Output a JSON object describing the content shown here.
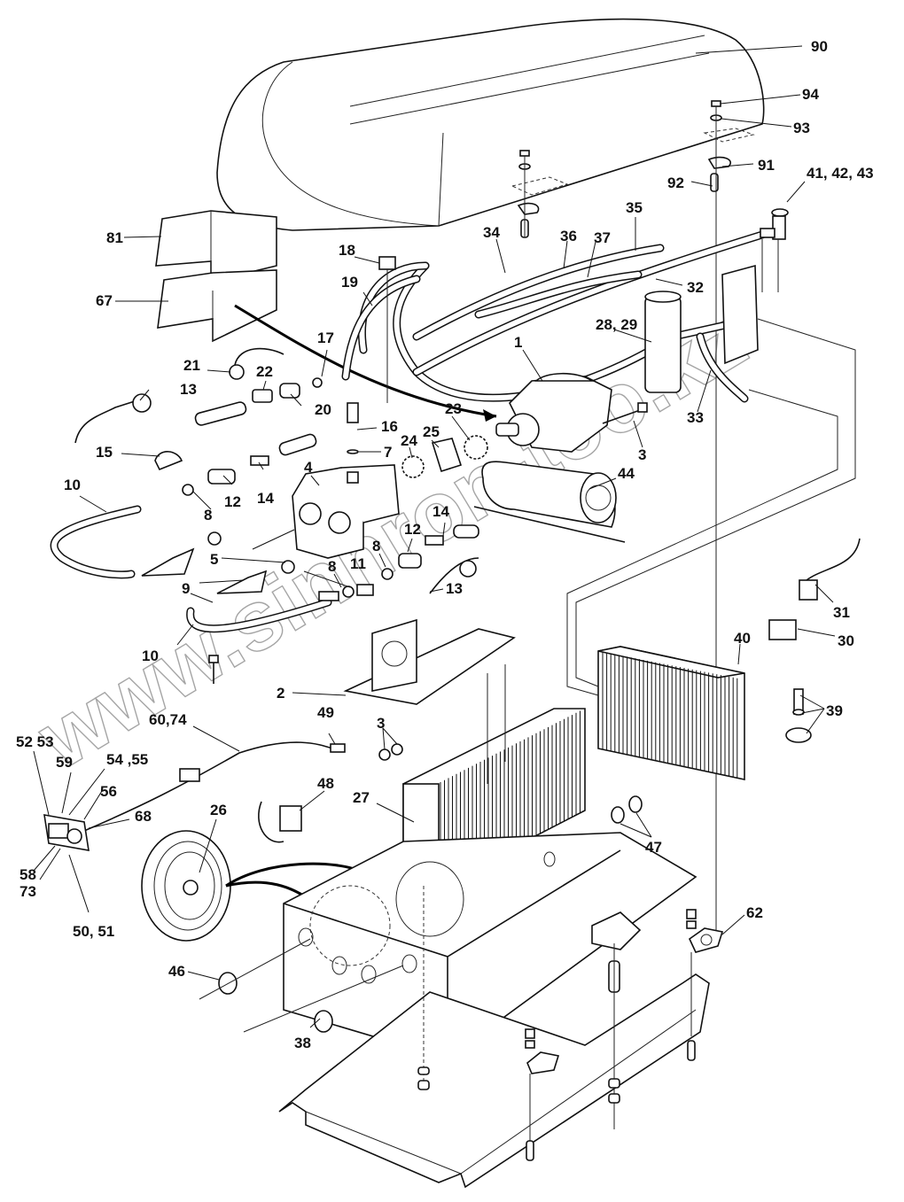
{
  "diagram": {
    "title": "Air conditioning unit exploded parts view",
    "watermark": "www.sinhron-too.kz",
    "callouts": [
      {
        "id": "c90",
        "text": "90",
        "part": "top-cover"
      },
      {
        "id": "c94",
        "text": "94",
        "part": "nut"
      },
      {
        "id": "c93",
        "text": "93",
        "part": "washer"
      },
      {
        "id": "c91",
        "text": "91",
        "part": "cover-mount"
      },
      {
        "id": "c92",
        "text": "92",
        "part": "screw"
      },
      {
        "id": "c41",
        "text": "41, 42, 43",
        "part": "valve-fitting"
      },
      {
        "id": "c81",
        "text": "81",
        "part": "upper-shroud"
      },
      {
        "id": "c67",
        "text": "67",
        "part": "lower-shroud"
      },
      {
        "id": "c18",
        "text": "18",
        "part": "tee-fitting"
      },
      {
        "id": "c19",
        "text": "19",
        "part": "hose"
      },
      {
        "id": "c34",
        "text": "34",
        "part": "hose"
      },
      {
        "id": "c36",
        "text": "36",
        "part": "elbow-fitting"
      },
      {
        "id": "c37",
        "text": "37",
        "part": "fitting"
      },
      {
        "id": "c35",
        "text": "35",
        "part": "hose"
      },
      {
        "id": "c32",
        "text": "32",
        "part": "hose"
      },
      {
        "id": "c28",
        "text": "28, 29",
        "part": "receiver-drier"
      },
      {
        "id": "c1",
        "text": "1",
        "part": "compressor"
      },
      {
        "id": "c33",
        "text": "33",
        "part": "hose"
      },
      {
        "id": "c17",
        "text": "17",
        "part": "o-ring"
      },
      {
        "id": "c21",
        "text": "21",
        "part": "cap"
      },
      {
        "id": "c22",
        "text": "22",
        "part": "adapter"
      },
      {
        "id": "c13a",
        "text": "13",
        "part": "cap-with-strap"
      },
      {
        "id": "c20",
        "text": "20",
        "part": "coupling"
      },
      {
        "id": "c23",
        "text": "23",
        "part": "gear"
      },
      {
        "id": "c16",
        "text": "16",
        "part": "fitting"
      },
      {
        "id": "c3a",
        "text": "3",
        "part": "bolt"
      },
      {
        "id": "c15",
        "text": "15",
        "part": "clamp"
      },
      {
        "id": "c7",
        "text": "7",
        "part": "washer"
      },
      {
        "id": "c24",
        "text": "24",
        "part": "gear"
      },
      {
        "id": "c25",
        "text": "25",
        "part": "coupling-sleeve"
      },
      {
        "id": "c4",
        "text": "4",
        "part": "hydraulic-motor"
      },
      {
        "id": "c44",
        "text": "44",
        "part": "blower-motor"
      },
      {
        "id": "c10a",
        "text": "10",
        "part": "hydraulic-hose"
      },
      {
        "id": "c12a",
        "text": "12",
        "part": "quick-coupler"
      },
      {
        "id": "c14a",
        "text": "14",
        "part": "nipple"
      },
      {
        "id": "c8a",
        "text": "8",
        "part": "seal"
      },
      {
        "id": "c14b",
        "text": "14",
        "part": "nipple"
      },
      {
        "id": "c5",
        "text": "5",
        "part": "o-ring"
      },
      {
        "id": "c8b",
        "text": "8",
        "part": "seal"
      },
      {
        "id": "c12b",
        "text": "12",
        "part": "quick-coupler"
      },
      {
        "id": "c8c",
        "text": "8",
        "part": "seal"
      },
      {
        "id": "c11",
        "text": "11",
        "part": "adapter"
      },
      {
        "id": "c9",
        "text": "9",
        "part": "fitting"
      },
      {
        "id": "c13b",
        "text": "13",
        "part": "cap-with-strap"
      },
      {
        "id": "c31",
        "text": "31",
        "part": "connector"
      },
      {
        "id": "c30",
        "text": "30",
        "part": "relay"
      },
      {
        "id": "c10b",
        "text": "10",
        "part": "hydraulic-hose"
      },
      {
        "id": "c40",
        "text": "40",
        "part": "condenser"
      },
      {
        "id": "c2",
        "text": "2",
        "part": "motor-bracket"
      },
      {
        "id": "c39",
        "text": "39",
        "part": "mount-hardware"
      },
      {
        "id": "c60",
        "text": "60,74",
        "part": "wire-harness"
      },
      {
        "id": "c49",
        "text": "49",
        "part": "connector"
      },
      {
        "id": "c3b",
        "text": "3",
        "part": "nut"
      },
      {
        "id": "c52",
        "text": "52 53",
        "part": "switch"
      },
      {
        "id": "c54",
        "text": "54 ,55",
        "part": "knob"
      },
      {
        "id": "c59",
        "text": "59",
        "part": "switch"
      },
      {
        "id": "c56",
        "text": "56",
        "part": "panel"
      },
      {
        "id": "c68",
        "text": "68",
        "part": "control-panel"
      },
      {
        "id": "c48",
        "text": "48",
        "part": "relay"
      },
      {
        "id": "c27",
        "text": "27",
        "part": "evaporator"
      },
      {
        "id": "c26",
        "text": "26",
        "part": "fan-wheel"
      },
      {
        "id": "c58",
        "text": "58",
        "part": "switch"
      },
      {
        "id": "c73",
        "text": "73",
        "part": "switch"
      },
      {
        "id": "c47",
        "text": "47",
        "part": "o-rings"
      },
      {
        "id": "c50",
        "text": "50, 51",
        "part": "thermostat-knob"
      },
      {
        "id": "c62",
        "text": "62",
        "part": "vibration-mount"
      },
      {
        "id": "c46",
        "text": "46",
        "part": "o-ring"
      },
      {
        "id": "c38",
        "text": "38",
        "part": "o-ring"
      }
    ]
  }
}
